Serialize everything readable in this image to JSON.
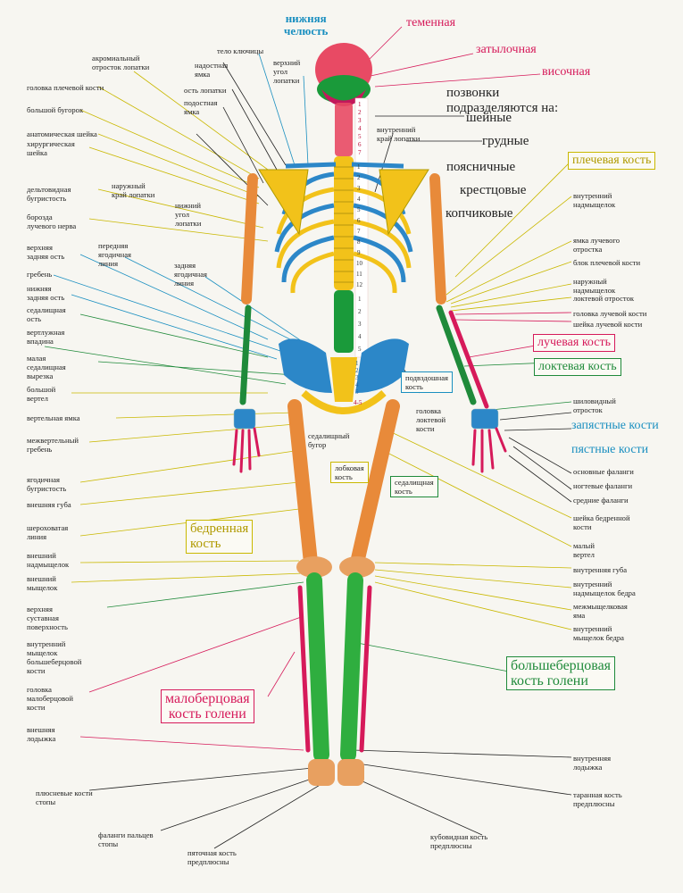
{
  "colors": {
    "bone_skull": "#e84a64",
    "bone_spine": "#f2c21a",
    "bone_lumbar_cervical": "#1a9a3a",
    "bone_arm": "#e88a3a",
    "bone_ulna": "#1f8a3a",
    "bone_radius": "#d61a5a",
    "bone_pelvis": "#2c87c8",
    "bone_femur": "#e88a3a",
    "bone_tibia": "#2fae3f",
    "bone_fibula": "#d61a5a",
    "accent_pink": "#d61a5a",
    "accent_blue": "#1a8fc0",
    "accent_green": "#1f8a3a",
    "accent_yellow": "#c9b800"
  },
  "vertebra_numbers": {
    "cervical": [
      "1",
      "2",
      "3",
      "4",
      "5",
      "6",
      "7"
    ],
    "thoracic": [
      "1",
      "2",
      "3",
      "4",
      "5",
      "6",
      "7",
      "8",
      "9",
      "10",
      "11",
      "12"
    ],
    "lumbar": [
      "1",
      "2",
      "3",
      "4",
      "5"
    ],
    "sacral": [
      "1",
      "2",
      "3",
      "4",
      "5"
    ],
    "coccyx": "4-5"
  },
  "headings": {
    "mandible": "нижняя\nчелюсть",
    "parietal": "теменная",
    "occipital": "затылочная",
    "temporal": "височная",
    "vertebrae_intro": "позвонки\nподразделяются на:",
    "cervical": "шейные",
    "thoracic": "грудные",
    "lumbar": "поясничные",
    "sacral": "крестцовые",
    "coccygeal": "копчиковые"
  },
  "boxed": {
    "humerus": "плечевая кость",
    "radius": "лучевая кость",
    "ulna": "локтевая кость",
    "carpal": "запястные кости",
    "metacarpal": "пястные кости",
    "femur": "бедренная\nкость",
    "tibia": "большеберцовая\nкость голени",
    "fibula": "малоберцовая\nкость голени",
    "ilium": "подвздошная\nкость",
    "pubic": "лобковая\nкость",
    "ischium": "седалищная\nкость"
  },
  "labels_left": [
    "акромиальный\nотросток лопатки",
    "головка плечевой кости",
    "большой бугорок",
    "анатомическая шейка",
    "хирургическая\nшейка",
    "дельтовидная\nбугристость",
    "борозда\nлучевого нерва",
    "верхняя\nзадняя ость",
    "гребень",
    "нижняя\nзадняя ость",
    "седалищная\nость",
    "вертлужная\nвпадина",
    "малая\nседалищная\nвырезка",
    "большой\nвертел",
    "вертельная ямка",
    "межвертельный\nгребень",
    "ягодичная\nбугристость",
    "внешняя губа",
    "шероховатая\nлиния",
    "внешний\nнадмыщелок",
    "внешний\nмыщелок",
    "верхняя\nсуставная\nповерхность",
    "внутренний\nмыщелок\nбольшеберцовой\nкости",
    "головка\nмалоберцовой\nкости",
    "внешняя\nлодыжка",
    "плюсневые кости\nстопы",
    "фаланги пальцев\nстопы",
    "пяточная кость\nпредплюсны"
  ],
  "labels_center": [
    "тело ключицы",
    "надостная\nямка",
    "верхний\nугол\nлопатки",
    "ость лопатки",
    "подостная\nямка",
    "внутренний\nкрай лопатки",
    "наружный\nкрай лопатки",
    "нижний\nугол\nлопатки",
    "передняя\nягодичная\nлиния",
    "задняя\nягодичная\nлиния",
    "головка\nлоктевой\nкости",
    "седалищный\nбугор"
  ],
  "labels_right": [
    "внутренний\nнадмыщелок",
    "ямка лучевого\nотростка",
    "блок плечевой кости",
    "наружный\nнадмыщелок",
    "локтевой отросток",
    "головка лучевой кости",
    "шейка лучевой кости",
    "шиловидный\nотросток",
    "основные фаланги",
    "ногтевые фаланги",
    "средние фаланги",
    "шейка бедренной\nкости",
    "малый\nвертел",
    "внутренняя губа",
    "внутренний\nнадмыщелок бедра",
    "межмыщелковая\nяма",
    "внутренний\nмыщелок бедра",
    "внутренняя\nлодыжка",
    "таранная кость\nпредплюсны",
    "кубовидная кость\nпредплюсны"
  ]
}
